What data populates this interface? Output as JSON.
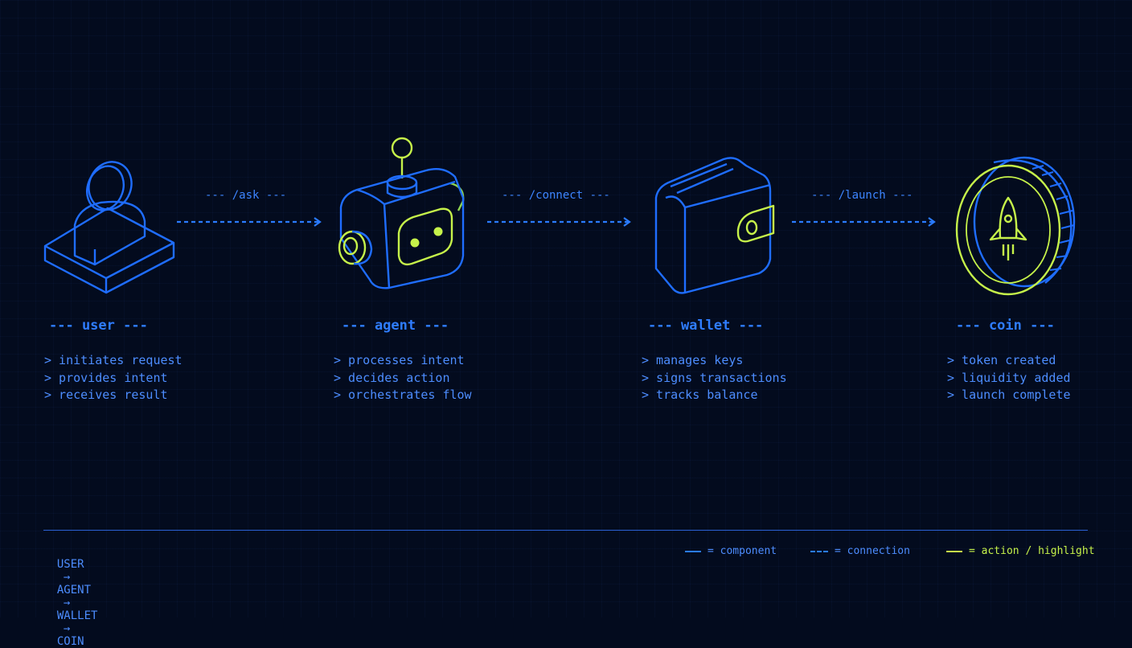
{
  "colors": {
    "background": "#030b1e",
    "component": "#2a7bff",
    "highlight": "#c6f24a"
  },
  "nodes": [
    {
      "title": "--- user ---",
      "icon": "user-icon",
      "bullets": [
        "> initiates request",
        "> provides intent",
        "> receives result"
      ]
    },
    {
      "title": "--- agent ---",
      "icon": "robot-icon",
      "bullets": [
        "> processes intent",
        "> decides action",
        "> orchestrates flow"
      ]
    },
    {
      "title": "--- wallet ---",
      "icon": "wallet-icon",
      "bullets": [
        "> manages keys",
        "> signs transactions",
        "> tracks balance"
      ]
    },
    {
      "title": "--- coin ---",
      "icon": "coin-rocket-icon",
      "bullets": [
        "> token created",
        "> liquidity added",
        "> launch complete"
      ]
    }
  ],
  "connections": [
    {
      "label": "--- /ask ---"
    },
    {
      "label": "--- /connect ---"
    },
    {
      "label": "--- /launch ---"
    }
  ],
  "footer": {
    "flow": [
      "USER",
      "AGENT",
      "WALLET",
      "COIN"
    ],
    "arrow": "→",
    "legend": [
      {
        "style": "solid",
        "label": "= component"
      },
      {
        "style": "dashed",
        "label": "= connection"
      },
      {
        "style": "highlight",
        "label": "= action / highlight"
      }
    ]
  }
}
